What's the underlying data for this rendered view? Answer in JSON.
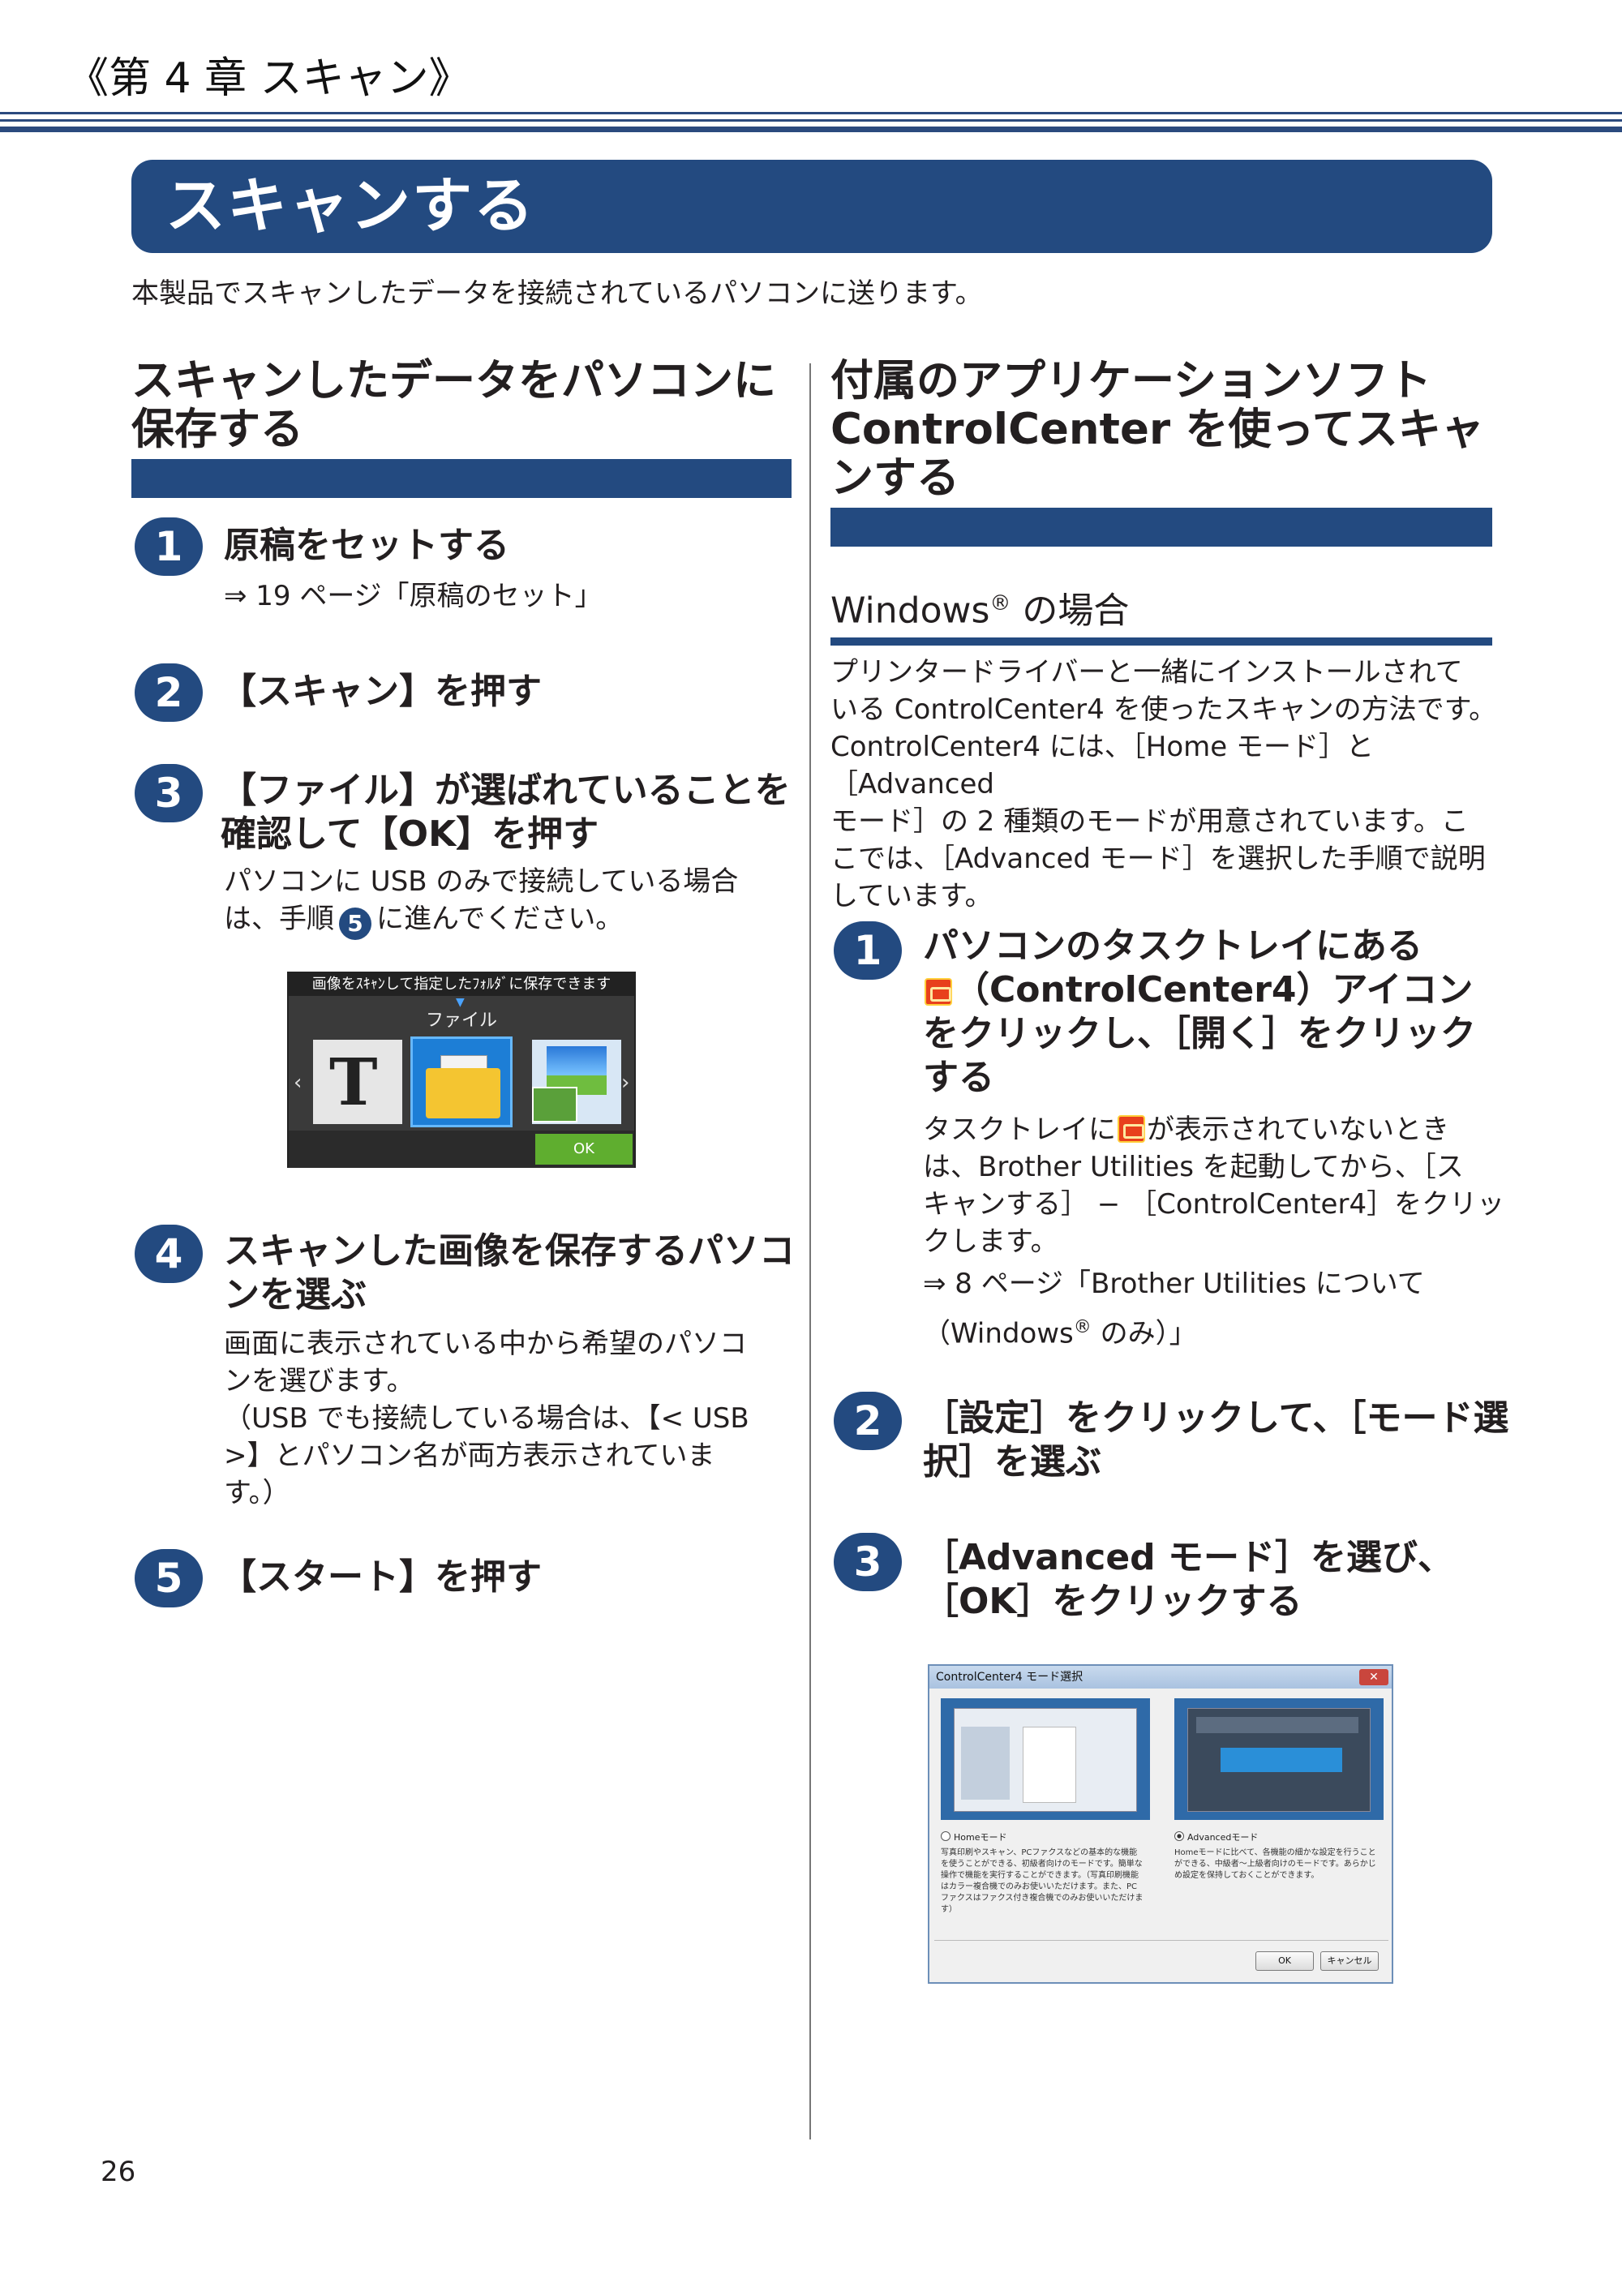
{
  "header": {
    "chapter": "《第 4 章 スキャン》"
  },
  "title": "スキャンする",
  "intro": "本製品でスキャンしたデータを接続されているパソコンに送ります。",
  "left": {
    "heading": [
      "スキャンしたデータをパソコンに",
      "保存する"
    ],
    "steps": [
      {
        "num": "1",
        "title": [
          "原稿をセットする"
        ],
        "body": [
          "⇒ 19 ページ「原稿のセット」"
        ]
      },
      {
        "num": "2",
        "title": [
          "【スキャン】を押す"
        ]
      },
      {
        "num": "3",
        "title": [
          "【ファイル】が選ばれていることを",
          "確認して【OK】を押す"
        ],
        "body_a": "パソコンに USB のみで接続している場合",
        "body_b": "は、手順",
        "body_badge": "5",
        "body_c": "に進んでください。"
      },
      {
        "num": "4",
        "title": [
          "スキャンした画像を保存するパソコ",
          "ンを選ぶ"
        ],
        "body": [
          "画面に表示されている中から希望のパソコ",
          "ンを選びます。",
          "（USB でも接続している場合は、【< USB",
          ">】とパソコン名が両方表示されていま",
          "す。）"
        ]
      },
      {
        "num": "5",
        "title": [
          "【スタート】を押す"
        ]
      }
    ],
    "lcd": {
      "top_text": "画像をｽｷｬﾝして指定したﾌｫﾙﾀﾞに保存できます",
      "selected": "ファイル",
      "arrow": "▼",
      "prev": "‹",
      "next": "›",
      "ok": "OK"
    }
  },
  "right": {
    "heading": [
      "付属のアプリケーションソフト",
      "ControlCenter を使ってスキャ",
      "ンする"
    ],
    "windows_label": "Windows",
    "windows_reg": "®",
    "windows_suffix": " の場合",
    "intro": [
      "プリンタードライバーと一緒にインストールされて",
      "いる ControlCenter4 を使ったスキャンの方法です。",
      "ControlCenter4 には、［Home モード］と［Advanced",
      "モード］の 2 種類のモードが用意されています。こ",
      "こでは、［Advanced モード］を選択した手順で説明",
      "しています。"
    ],
    "steps": [
      {
        "num": "1",
        "title_a": "パソコンのタスクトレイにある",
        "title_b": "（ControlCenter4）アイコン",
        "title_c": "をクリックし、［開く］をクリック",
        "title_d": "する",
        "body_a1": "タスクトレイに",
        "body_a2": "が表示されていないとき",
        "body_b": "は、Brother Utilities を起動してから、［ス",
        "body_c": "キャンする］ − ［ControlCenter4］をクリッ",
        "body_d": "クします。",
        "ref_a": "⇒ 8 ページ「Brother Utilities について",
        "ref_b1": "（Windows",
        "ref_b2": "®",
        "ref_b3": " のみ）」"
      },
      {
        "num": "2",
        "title": [
          "［設定］をクリックして、［モード選",
          "択］を選ぶ"
        ]
      },
      {
        "num": "3",
        "title": [
          "［Advanced モード］を選び、",
          "［OK］をクリックする"
        ]
      }
    ],
    "dialog": {
      "title": "ControlCenter4 モード選択",
      "close": "✕",
      "home_label": "Homeモード",
      "home_desc": "写真印刷やスキャン、PCファクスなどの基本的な機能を使うことができる、初級者向けのモードです。簡単な操作で機能を実行することができます。（写真印刷機能はカラー複合機でのみお使いいただけます。また、PCファクスはファクス付き複合機でのみお使いいただけます）",
      "adv_label": "Advancedモード",
      "adv_desc": "Homeモードに比べて、各機能の細かな設定を行うことができる、中級者〜上級者向けのモードです。あらかじめ設定を保持しておくことができます。",
      "ok": "OK",
      "cancel": "キャンセル"
    }
  },
  "page_number": "26"
}
